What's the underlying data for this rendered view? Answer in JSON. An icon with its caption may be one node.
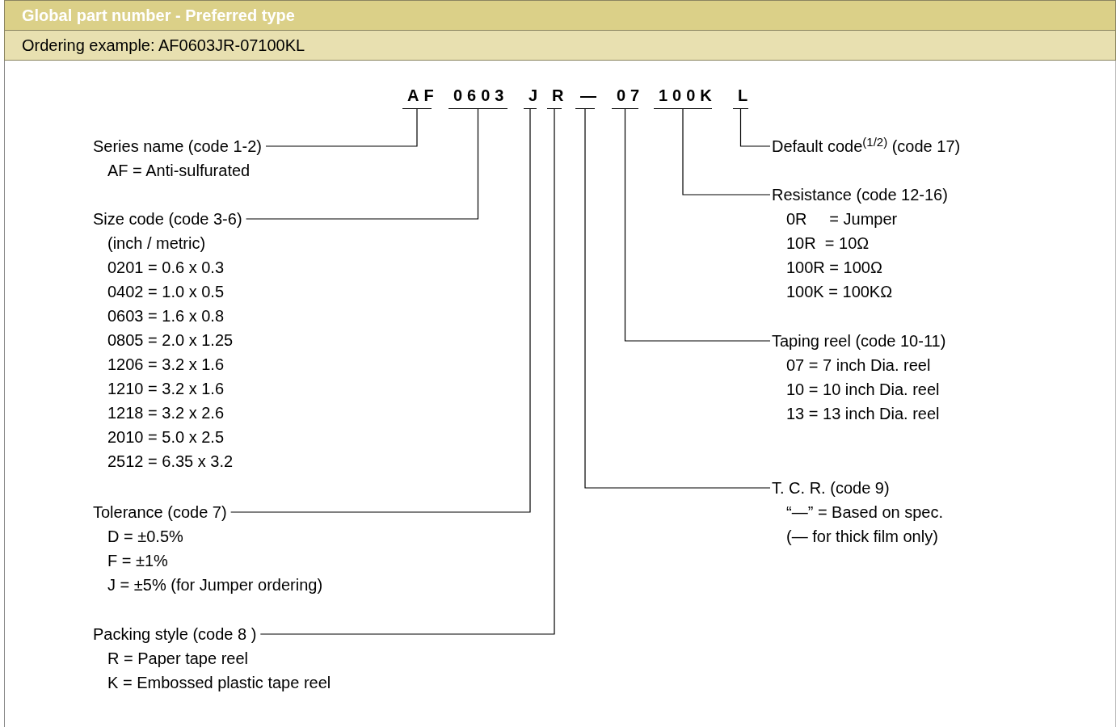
{
  "diagram": {
    "title": "Global part number - Preferred type",
    "nodes": [
      {
        "text": [
          "AF"
        ]
      },
      {
        "text": [
          "0603"
        ]
      },
      {
        "text": [
          "J"
        ]
      },
      {
        "text": [
          "R"
        ]
      },
      {
        "text": [
          "—"
        ]
      },
      {
        "text": [
          "07"
        ]
      },
      {
        "text": [
          "100K"
        ]
      },
      {
        "text": [
          "L"
        ]
      },
      {
        "text": [
          "Series name (code 1-2)",
          "AF = Anti-sulfurated"
        ]
      },
      {
        "text": [
          "Size code (code 3-6)",
          "(inch / metric)",
          "0201 = 0.6 x 0.3",
          "0402 = 1.0 x 0.5",
          "0603 = 1.6 x 0.8",
          "0805 = 2.0 x 1.25",
          "1206 = 3.2 x 1.6",
          "1210 = 3.2 x 1.6",
          "1218 = 3.2 x 2.6",
          "2010 = 5.0 x 2.5",
          "2512 = 6.35 x 3.2"
        ]
      },
      {
        "text": [
          "Tolerance (code 7)",
          "D = ±0.5%",
          "F = ±1%",
          "J = ±5% (for Jumper ordering)"
        ]
      },
      {
        "text": [
          "Packing style (code 8 )",
          "R = Paper tape reel",
          "K = Embossed plastic tape reel"
        ]
      },
      {
        "text": [
          "Default code$^{(1/2)}$ (code 17)"
        ]
      },
      {
        "text": [
          "Resistance (code 12-16)",
          "0R     = Jumper",
          "10R  = 10Ω",
          "100R = 100Ω",
          "100K = 100KΩ"
        ]
      },
      {
        "text": [
          "Taping reel (code 10-11)",
          "07 = 7 inch Dia. reel",
          "10 = 10 inch Dia. reel",
          "13 = 13 inch Dia. reel"
        ]
      },
      {
        "text": [
          "T. C. R. (code 9)",
          "“—” = Based on spec.",
          "(— for thick film only)"
        ]
      }
    ],
    "edges": [
      {
        "from": 0,
        "to": 8,
        "arrow": "none"
      },
      {
        "from": 1,
        "to": 9,
        "arrow": "none"
      },
      {
        "from": 2,
        "to": 10,
        "arrow": "none"
      },
      {
        "from": 3,
        "to": 11,
        "arrow": "none"
      },
      {
        "from": 4,
        "to": 15,
        "arrow": "none"
      },
      {
        "from": 5,
        "to": 14,
        "arrow": "none"
      },
      {
        "from": 6,
        "to": 13,
        "arrow": "none"
      },
      {
        "from": 7,
        "to": 12,
        "arrow": "none"
      }
    ],
    "labels": [
      "Ordering example: AF0603JR-07100KL"
    ]
  }
}
